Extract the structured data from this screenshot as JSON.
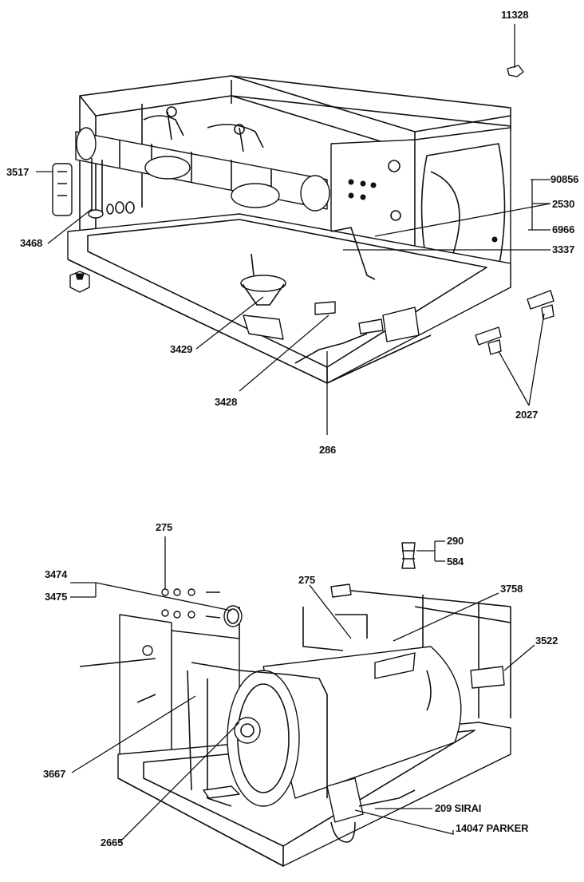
{
  "diagram": {
    "upper_assembly": {
      "labels": [
        "11328",
        "3517",
        "3468",
        "90856",
        "2530",
        "6966",
        "3337",
        "3429",
        "3428",
        "286",
        "2027"
      ]
    },
    "lower_assembly": {
      "labels": [
        "275",
        "290",
        "584",
        "3474",
        "3475",
        "275",
        "3758",
        "3522",
        "3667",
        "2665",
        "209 SIRAI",
        "14047 PARKER"
      ]
    }
  }
}
